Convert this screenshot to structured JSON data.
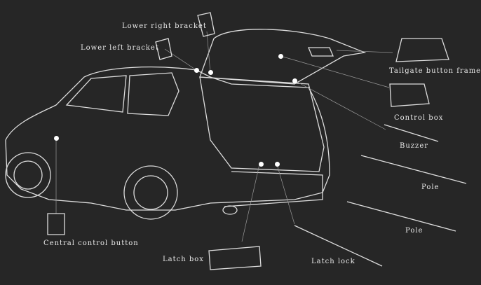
{
  "labels": {
    "lower_right_bracket": "Lower right bracket",
    "lower_left_bracket": "Lower left bracket",
    "tailgate_button_frame": "Tailgate button frame",
    "control_box": "Control box",
    "buzzer": "Buzzer",
    "pole_upper": "Pole",
    "pole_lower": "Pole",
    "central_control_button": "Central control button",
    "latch_box": "Latch box",
    "latch_lock": "Latch lock"
  },
  "colors": {
    "background": "#262626",
    "line": "#ffffff"
  }
}
